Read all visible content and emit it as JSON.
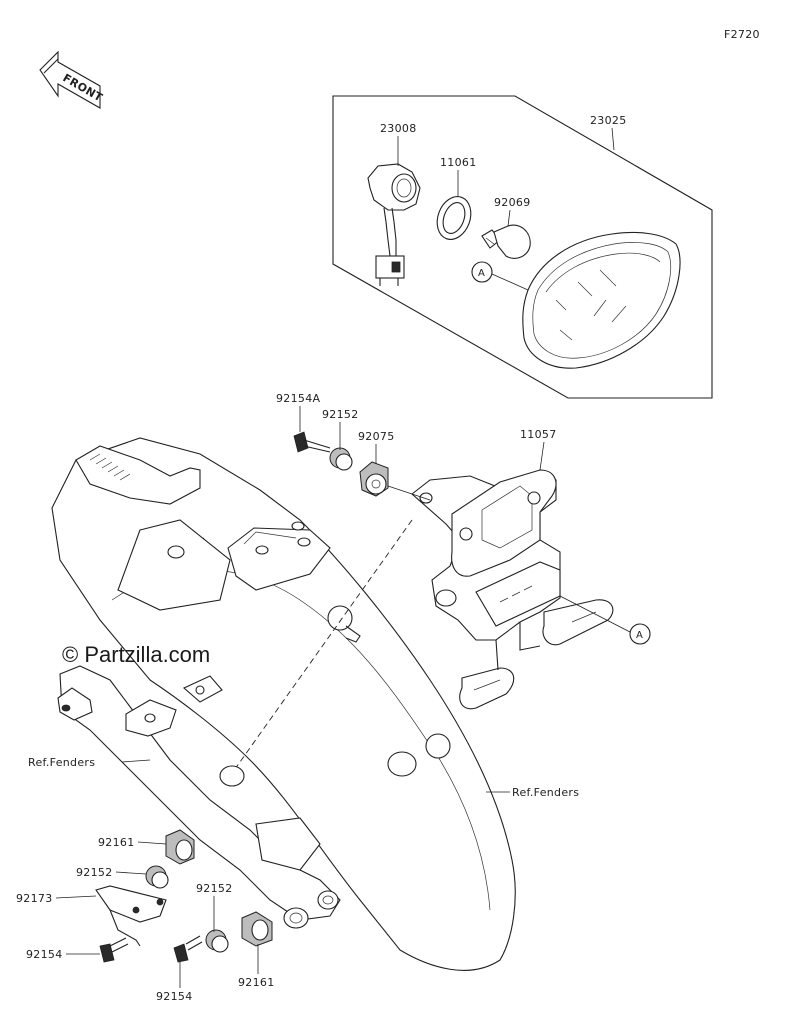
{
  "figure_code": "F2720",
  "front_label": "FRONT",
  "watermark": "© Partzilla.com",
  "ref_marker": "A",
  "parts": {
    "p23025": "23025",
    "p23008": "23008",
    "p11061": "11061",
    "p92069": "92069",
    "p92154A": "92154A",
    "p92152_top": "92152",
    "p92075": "92075",
    "p11057": "11057",
    "p92161_a": "92161",
    "p92152_b": "92152",
    "p92173": "92173",
    "p92152_c": "92152",
    "p92154_a": "92154",
    "p92154_b": "92154",
    "p92161_b": "92161"
  },
  "refs": {
    "fenders_left": "Ref.Fenders",
    "fenders_right": "Ref.Fenders"
  }
}
